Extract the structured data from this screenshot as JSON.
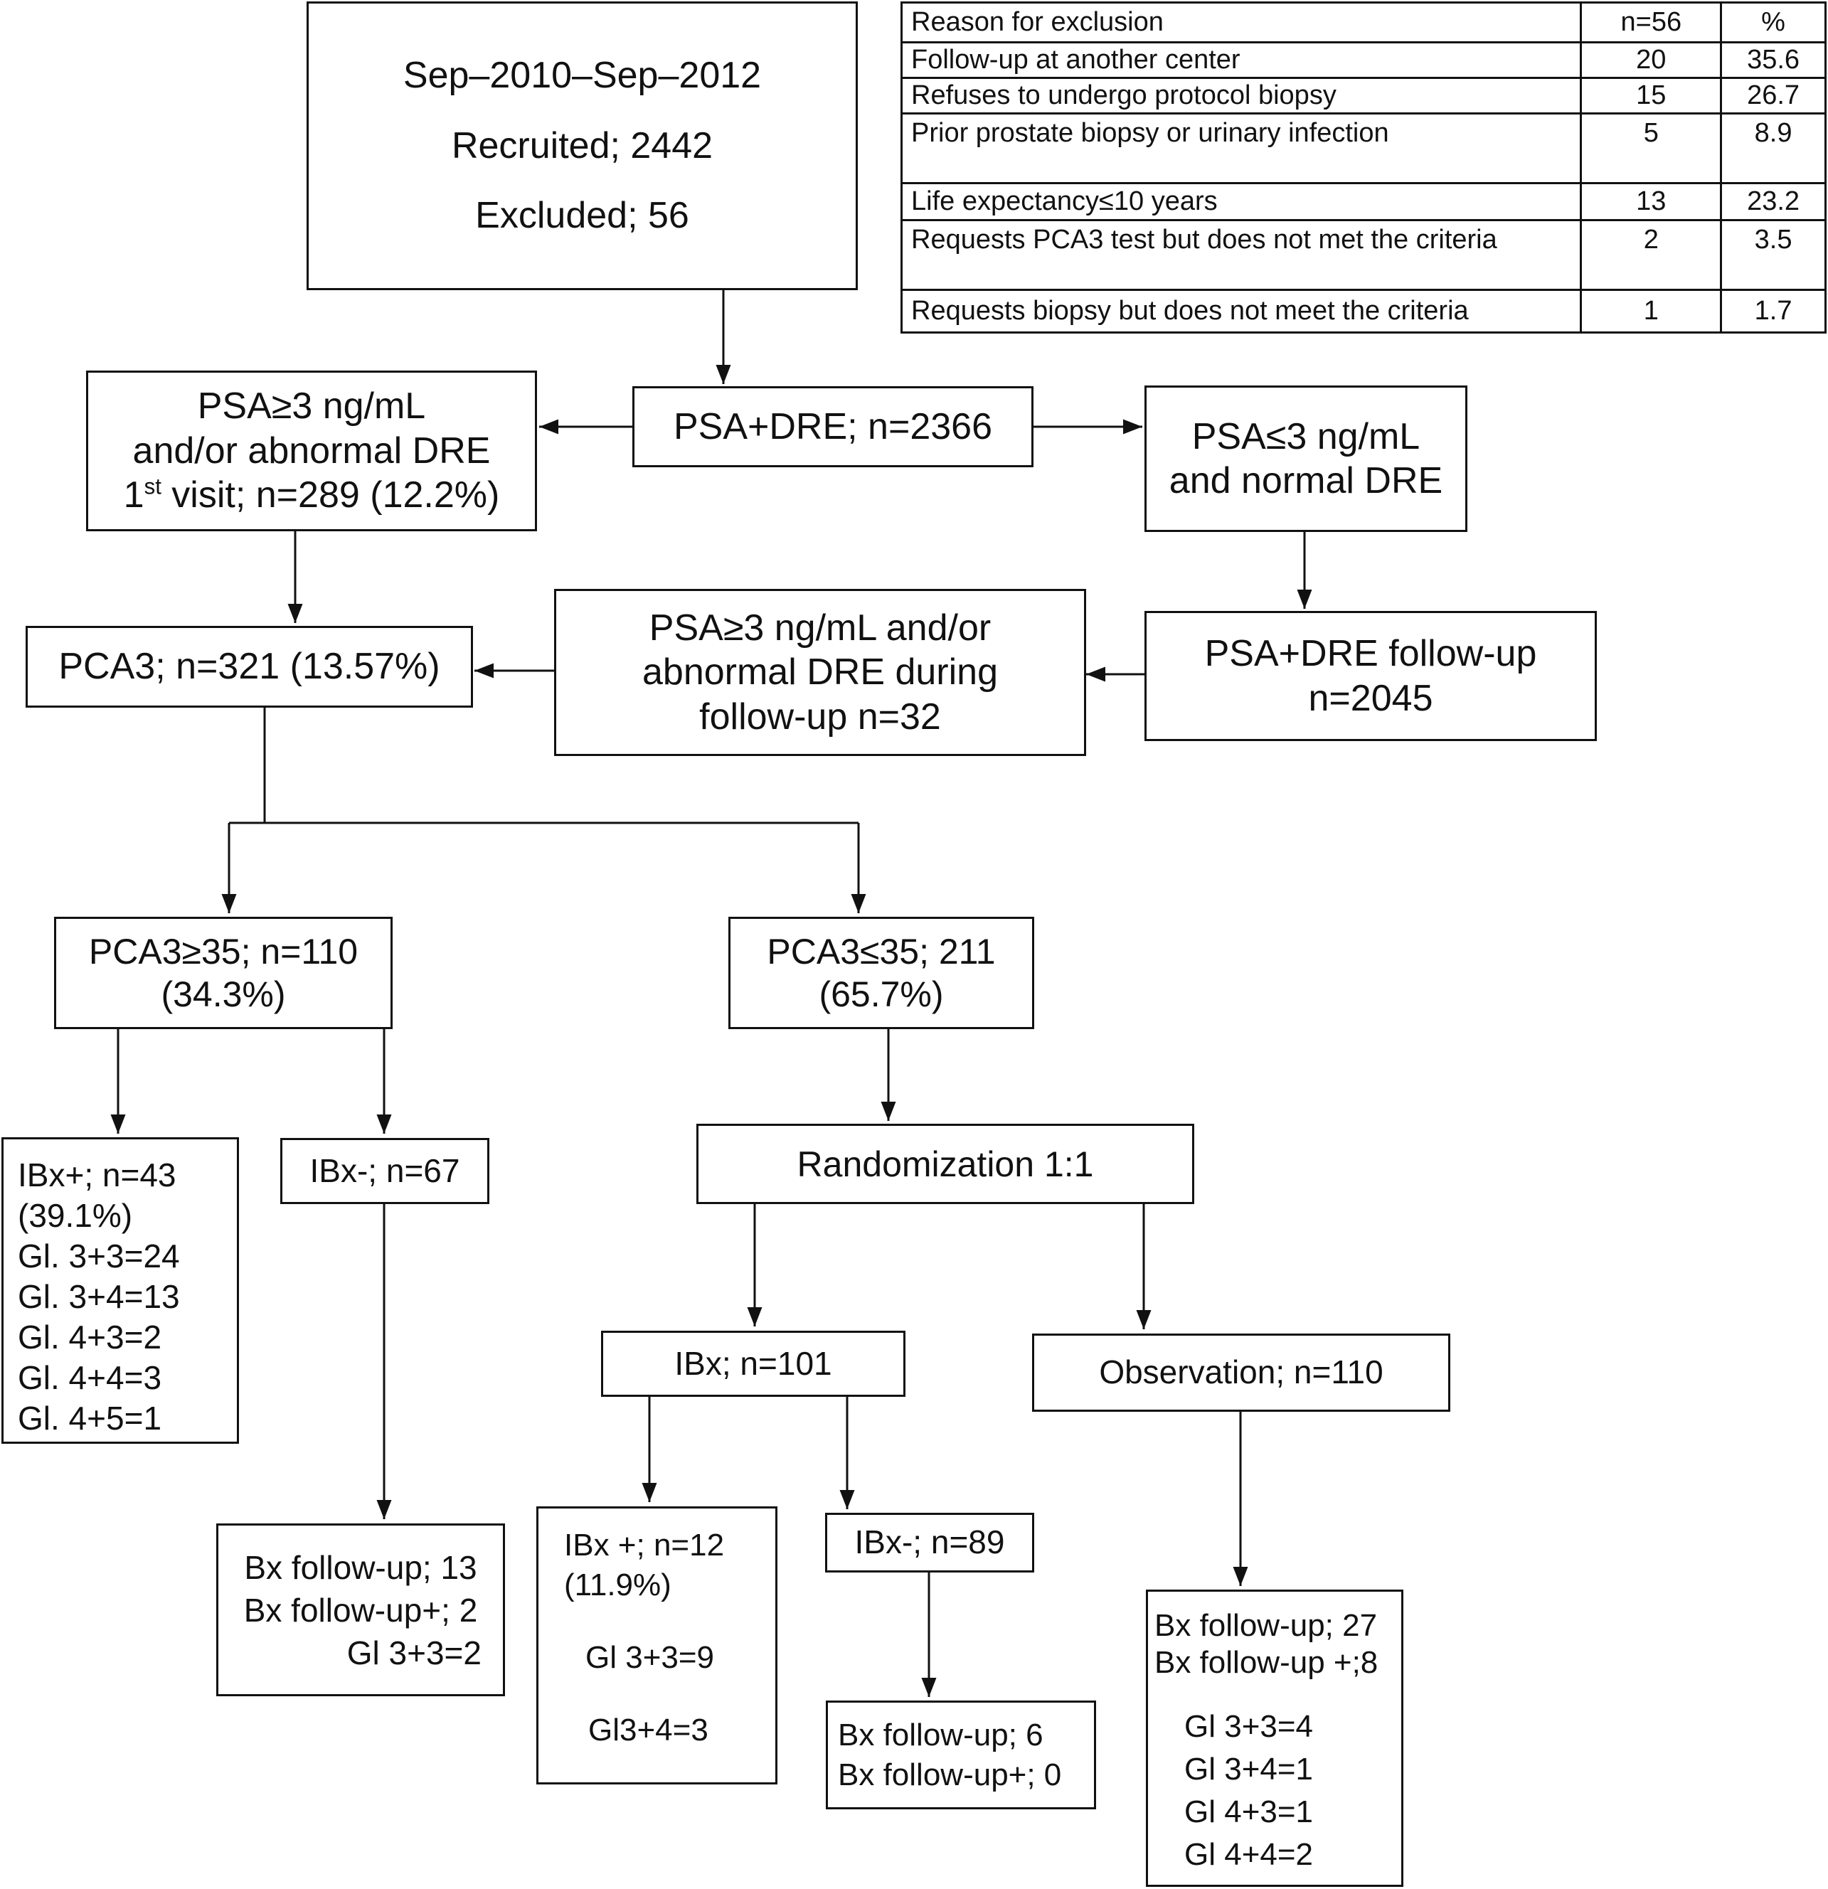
{
  "exclusion_table": {
    "headers": [
      "Reason for exclusion",
      "n=56",
      "%"
    ],
    "rows": [
      [
        "Follow-up at another center",
        "20",
        "35.6"
      ],
      [
        "Refuses to undergo protocol biopsy",
        "15",
        "26.7"
      ],
      [
        "Prior prostate biopsy or urinary infection",
        "5",
        "8.9"
      ],
      [
        "Life expectancy≤10 years",
        "13",
        "23.2"
      ],
      [
        "Requests PCA3 test but does not met the criteria",
        "2",
        "3.5"
      ],
      [
        "Requests biopsy but does not meet the criteria",
        "1",
        "1.7"
      ]
    ]
  },
  "nodes": {
    "recruit": {
      "lines": [
        "Sep–2010–Sep–2012",
        "Recruited; 2442",
        "Excluded; 56"
      ]
    },
    "psa_dre": {
      "lines": [
        "PSA+DRE; n=2366"
      ]
    },
    "abnormal_first": {
      "line1": "PSA≥3 ng/mL",
      "line2": "and/or abnormal DRE",
      "line3_prefix": "1",
      "line3_sup": "st",
      "line3_suffix": " visit; n=289 (12.2%)"
    },
    "normal": {
      "lines": [
        "PSA≤3 ng/mL",
        "and normal DRE"
      ]
    },
    "pca3": {
      "lines": [
        "PCA3; n=321 (13.57%)"
      ]
    },
    "abnormal_followup": {
      "lines": [
        "PSA≥3 ng/mL and/or",
        "abnormal DRE during",
        "follow-up n=32"
      ]
    },
    "dre_followup": {
      "lines": [
        "PSA+DRE follow-up",
        "n=2045"
      ]
    },
    "pca3_high": {
      "lines": [
        "PCA3≥35; n=110",
        "(34.3%)"
      ]
    },
    "pca3_low": {
      "lines": [
        "PCA3≤35; 211",
        "(65.7%)"
      ]
    },
    "ibx_pos": {
      "lines": [
        "IBx+; n=43",
        "(39.1%)",
        "Gl. 3+3=24",
        "Gl. 3+4=13",
        "Gl. 4+3=2",
        "Gl. 4+4=3",
        "Gl. 4+5=1"
      ]
    },
    "ibx_neg": {
      "lines": [
        "IBx-; n=67"
      ]
    },
    "randomization": {
      "lines": [
        "Randomization 1:1"
      ]
    },
    "bx_followup_left": {
      "lines": [
        "Bx follow-up; 13",
        "Bx follow-up+; 2",
        "Gl 3+3=2"
      ]
    },
    "ibx101": {
      "lines": [
        "IBx; n=101"
      ]
    },
    "observation": {
      "lines": [
        "Observation; n=110"
      ]
    },
    "ibx_plus12": {
      "lines": [
        "IBx +; n=12",
        "(11.9%)",
        "Gl 3+3=9",
        "Gl3+4=3"
      ]
    },
    "ibx_neg89": {
      "lines": [
        "IBx-; n=89"
      ]
    },
    "bx_followup_mid": {
      "lines": [
        "Bx follow-up; 6",
        "Bx follow-up+; 0"
      ]
    },
    "bx_followup_right": {
      "lines": [
        "Bx follow-up; 27",
        "Bx follow-up +;8",
        "Gl 3+3=4",
        "Gl 3+4=1",
        "Gl 4+3=1",
        "Gl 4+4=2"
      ]
    }
  }
}
